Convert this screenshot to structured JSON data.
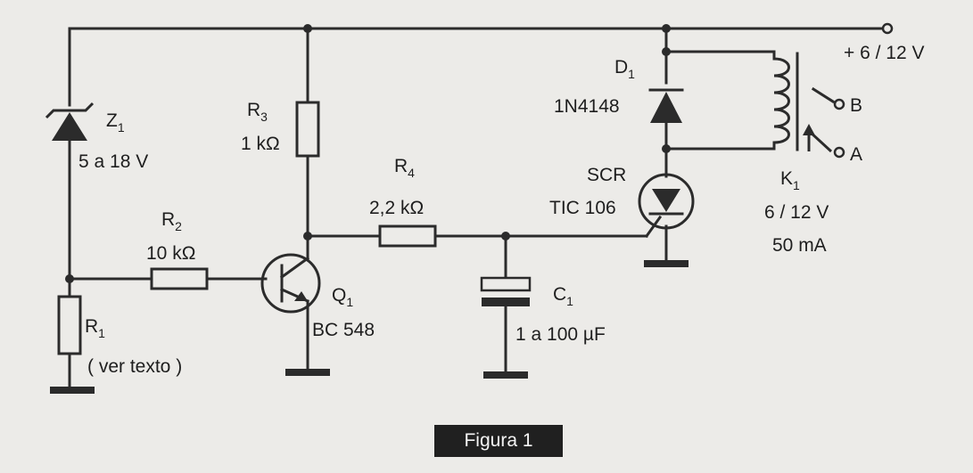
{
  "supply": {
    "label": "+ 6 / 12 V"
  },
  "zener": {
    "ref": "Z",
    "ref_sub": "1",
    "value": "5 a 18 V"
  },
  "r1": {
    "ref": "R",
    "ref_sub": "1",
    "value": "( ver texto )"
  },
  "r2": {
    "ref": "R",
    "ref_sub": "2",
    "value": "10 kΩ"
  },
  "r3": {
    "ref": "R",
    "ref_sub": "3",
    "value": "1 kΩ"
  },
  "r4": {
    "ref": "R",
    "ref_sub": "4",
    "value": "2,2 kΩ"
  },
  "q1": {
    "ref": "Q",
    "ref_sub": "1",
    "value": "BC 548"
  },
  "c1": {
    "ref": "C",
    "ref_sub": "1",
    "value": "1 a 100 µF"
  },
  "d1": {
    "ref": "D",
    "ref_sub": "1",
    "value": "1N4148"
  },
  "scr": {
    "ref": "SCR",
    "value": "TIC 106"
  },
  "k1": {
    "ref": "K",
    "ref_sub": "1",
    "voltage": "6 / 12 V",
    "current": "50 mA",
    "contact_b": "B",
    "contact_a": "A"
  },
  "caption": "Figura 1"
}
